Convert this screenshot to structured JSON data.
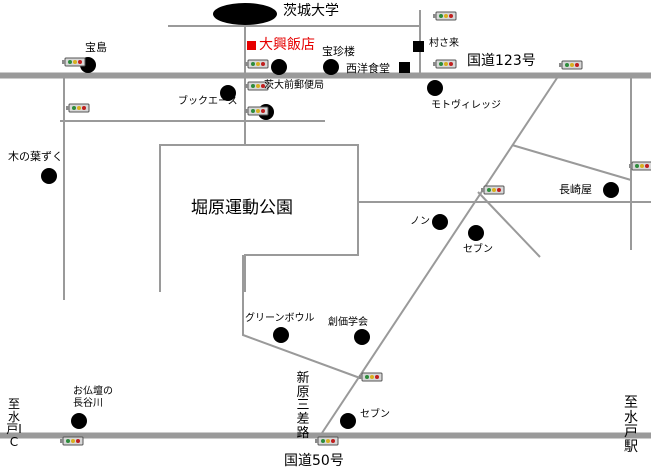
{
  "colors": {
    "road": "#9a9a9a",
    "poi": "#000000",
    "highlight": "#e60000"
  },
  "icons": {
    "traffic_signal": "traffic-signal-icon"
  },
  "labels": {
    "university": "茨城大学",
    "restaurant": "大興飯店",
    "takarajima": "宝島",
    "houchinrou": "宝珍楼",
    "seiyou_shokudo": "西洋食堂",
    "murasakirai": "村さ来",
    "route123": "国道123号",
    "post_office": "茨大前郵便局",
    "book_ace": "ブックエース",
    "moto_village": "モトヴィレッジ",
    "konoha_zuku": "木の葉ずく",
    "nagasakiya": "長崎屋",
    "park": "堀原運動公園",
    "non": "ノン",
    "seven1": "セブン",
    "green_bowl": "グリーンボウル",
    "soka_gakkai": "創価学会",
    "shinhara_misaro": "新原三差路",
    "seven2": "セブン",
    "butsudan": "お仏壇の\n長谷川",
    "to_mito_ic": "至水戸IC",
    "to_mito_station": "至水戸駅",
    "route50": "国道50号"
  }
}
